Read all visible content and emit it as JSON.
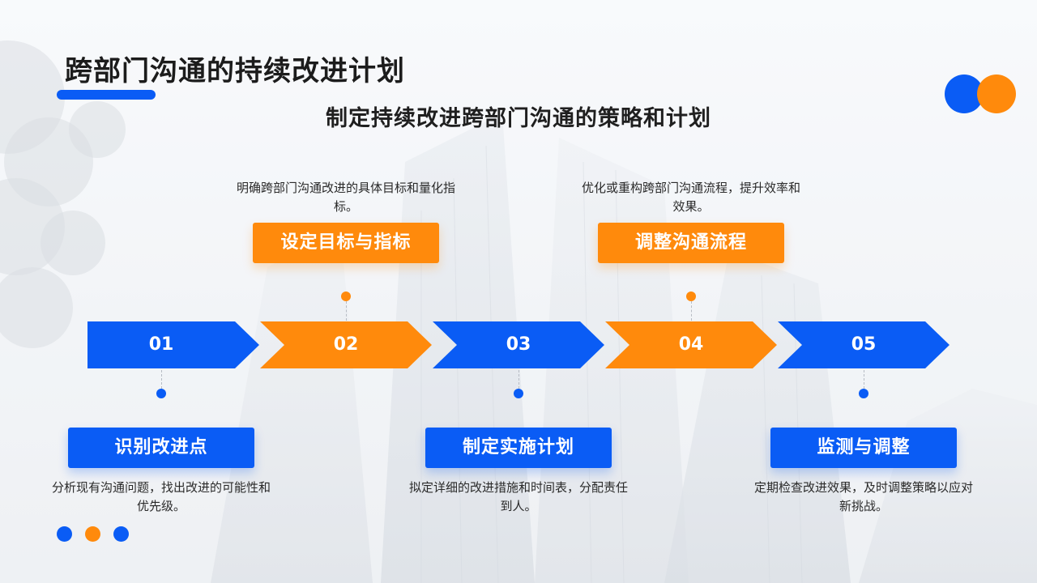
{
  "title": "跨部门沟通的持续改进计划",
  "subtitle": "制定持续改进跨部门沟通的策略和计划",
  "colors": {
    "blue": "#0a5cf5",
    "orange": "#ff8a0c"
  },
  "steps": [
    {
      "num": "01",
      "label": "识别改进点",
      "desc": "分析现有沟通问题，找出改进的可能性和优先级。",
      "color": "blue",
      "position": "below"
    },
    {
      "num": "02",
      "label": "设定目标与指标",
      "desc": "明确跨部门沟通改进的具体目标和量化指标。",
      "color": "orange",
      "position": "above"
    },
    {
      "num": "03",
      "label": "制定实施计划",
      "desc": "拟定详细的改进措施和时间表，分配责任到人。",
      "color": "blue",
      "position": "below"
    },
    {
      "num": "04",
      "label": "调整沟通流程",
      "desc": "优化或重构跨部门沟通流程，提升效率和效果。",
      "color": "orange",
      "position": "above"
    },
    {
      "num": "05",
      "label": "监测与调整",
      "desc": "定期检查改进效果，及时调整策略以应对新挑战。",
      "color": "blue",
      "position": "below"
    }
  ],
  "decorations": {
    "corner_circles": [
      "blue",
      "orange"
    ],
    "bottom_dots": [
      "blue",
      "orange",
      "blue"
    ]
  }
}
